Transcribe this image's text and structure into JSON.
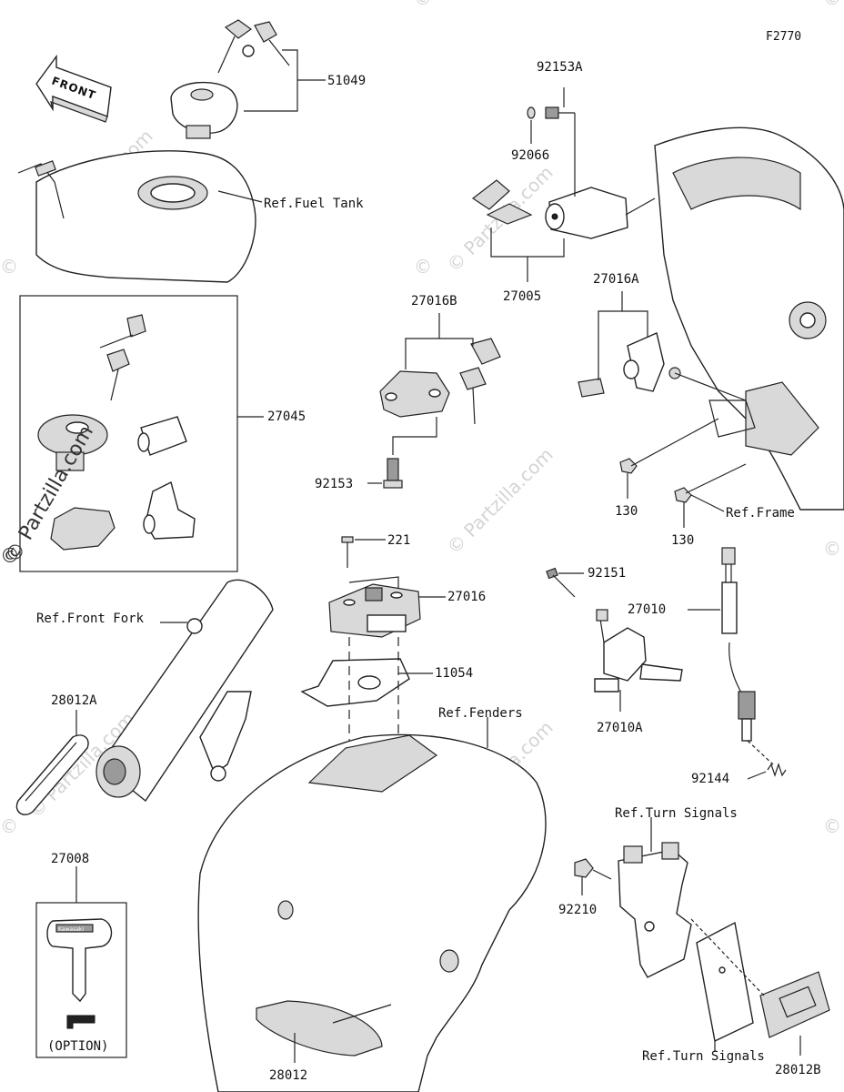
{
  "figure_code": "F2770",
  "front_label": "FRONT",
  "watermark": "© Partzilla.com",
  "watermark_corner": "©",
  "parts": {
    "p51049": "51049",
    "p92153A": "92153A",
    "p92066": "92066",
    "p27005": "27005",
    "p27016B": "27016B",
    "p27016A": "27016A",
    "p27045": "27045",
    "p92153": "92153",
    "p130a": "130",
    "p130b": "130",
    "p221": "221",
    "p27016": "27016",
    "p11054": "11054",
    "p92151": "92151",
    "p27010": "27010",
    "p27010A": "27010A",
    "p28012A": "28012A",
    "p92144": "92144",
    "p27008": "27008",
    "p92210": "92210",
    "p28012": "28012",
    "p28012B": "28012B"
  },
  "refs": {
    "fuel_tank": "Ref.Fuel Tank",
    "frame": "Ref.Frame",
    "front_fork": "Ref.Front Fork",
    "fenders": "Ref.Fenders",
    "turn_signals_top": "Ref.Turn Signals",
    "turn_signals_bottom": "Ref.Turn Signals"
  },
  "option_label": "(OPTION)",
  "key_brand": "Kawasaki"
}
